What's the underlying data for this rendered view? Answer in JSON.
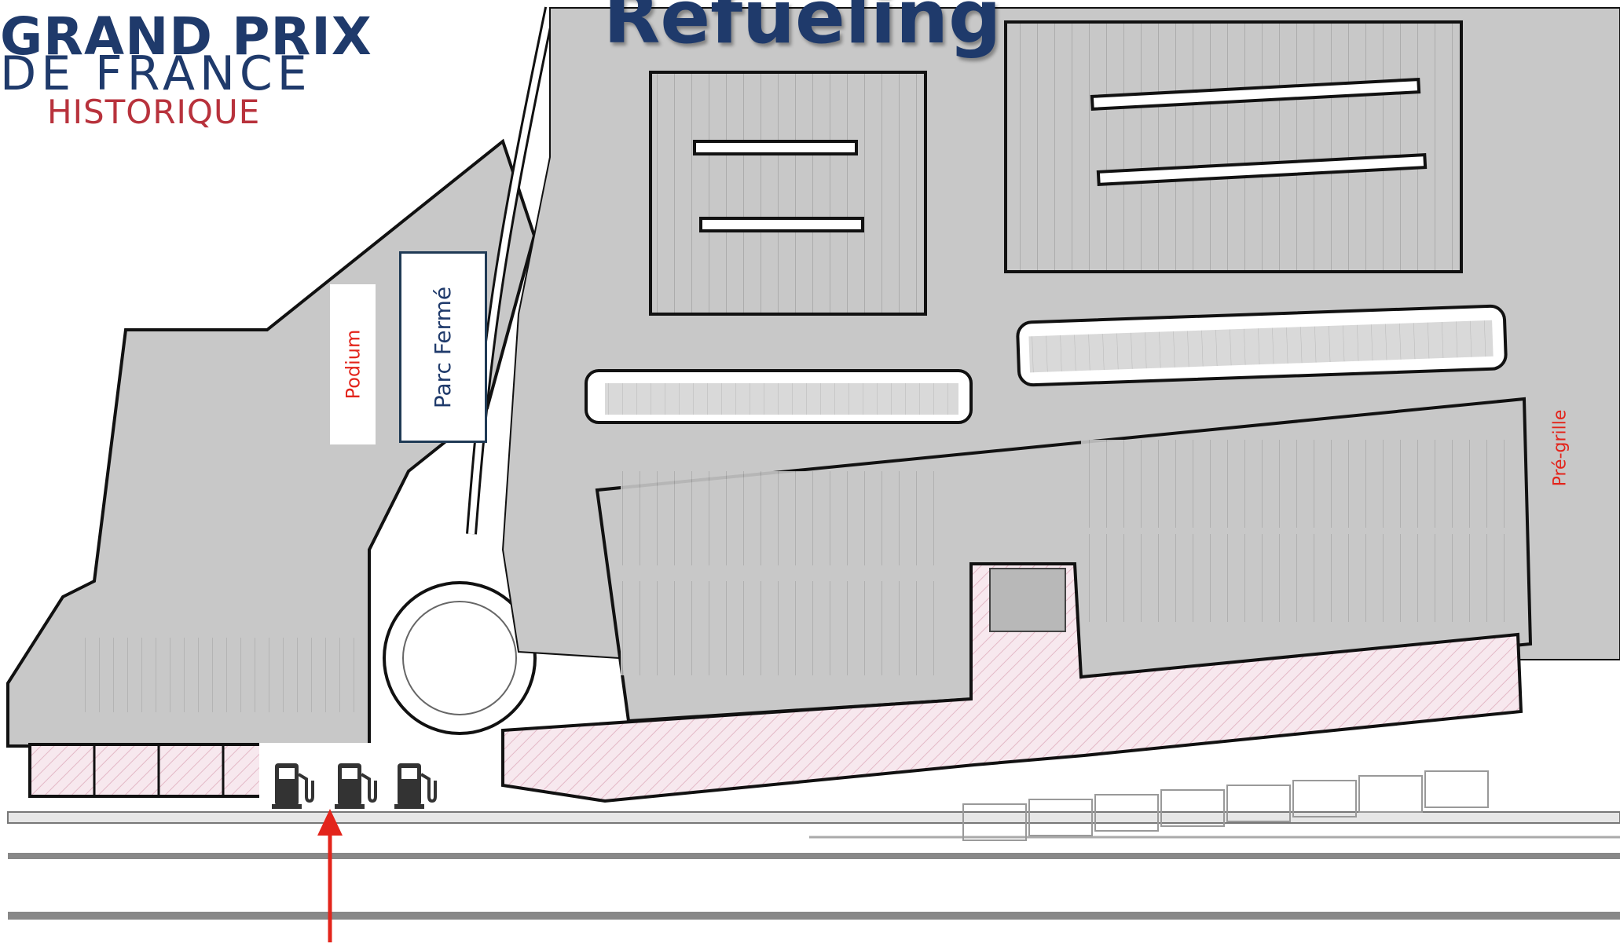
{
  "logo": {
    "line1": "GRAND PRIX",
    "line2": "DE FRANCE",
    "line3": "HISTORIQUE"
  },
  "title": "Refueling",
  "labels": {
    "podium": "Podium",
    "parc_ferme": "Parc Fermé",
    "pre_grille": "Pré-grille"
  },
  "icons": [
    "fuel-pump-icon",
    "fuel-pump-icon",
    "fuel-pump-icon",
    "arrow-up-icon"
  ],
  "colors": {
    "title": "#1f3a6b",
    "logo_red": "#b8323c",
    "label_red": "#e3241b",
    "arrow": "#e3241b",
    "pavement": "#c9c9c9",
    "building_hatch": "#f6e6ec"
  }
}
